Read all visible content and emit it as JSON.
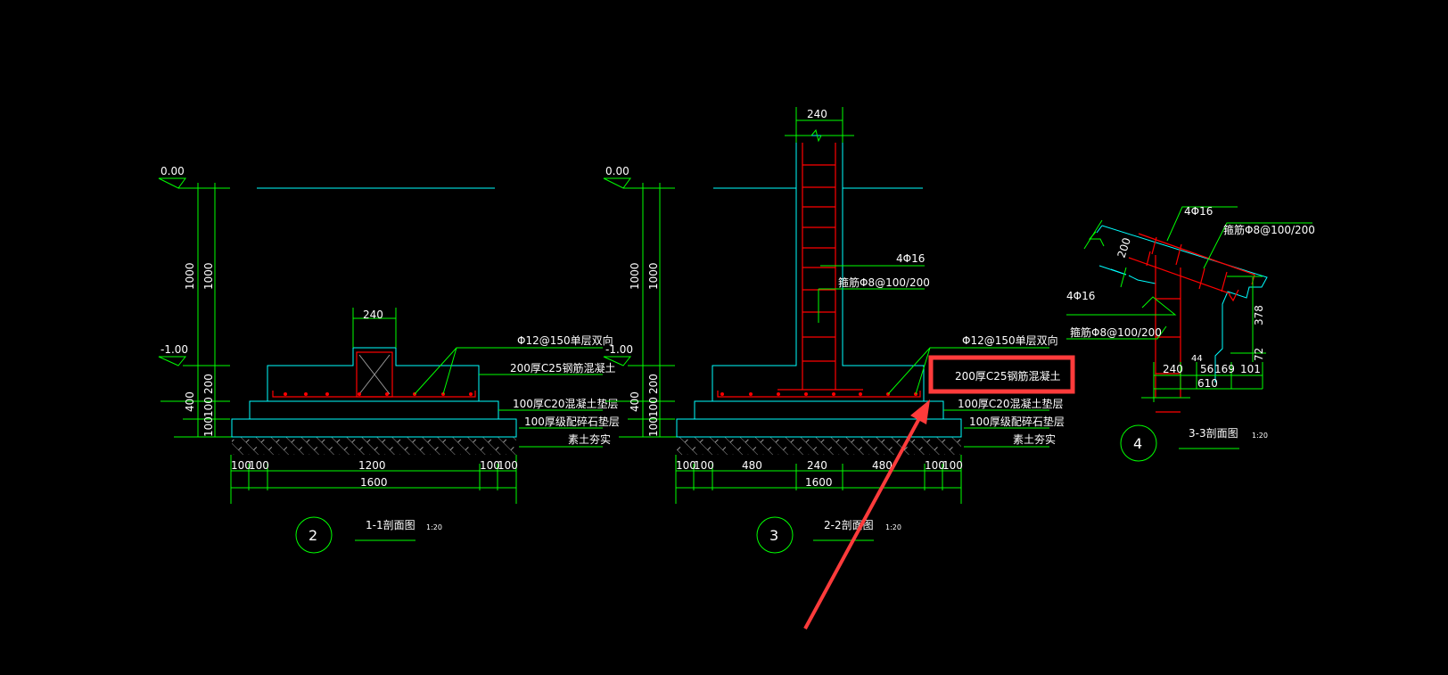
{
  "highlight_color": "#ff3b3b",
  "sec1": {
    "elev0": "0.00",
    "elev1": "-1.00",
    "dim1000a": "1000",
    "dim1000b": "1000",
    "dim200": "200",
    "dim400": "400",
    "dim100a": "100",
    "dim100b": "100",
    "col_w": "240",
    "bottom_dims": [
      "100",
      "100",
      "1200",
      "100",
      "100"
    ],
    "total": "1600",
    "labels": [
      "Φ12@150单层双向",
      "200厚C25钢筋混凝土",
      "100厚C20混凝土垫层",
      "100厚级配碎石垫层",
      "素土夯实"
    ],
    "num": "2",
    "title": "1-1剖面图",
    "scale": "1:20"
  },
  "sec2": {
    "elev0": "0.00",
    "elev1": "-1.00",
    "dim1000a": "1000",
    "dim1000b": "1000",
    "dim200": "200",
    "dim400": "400",
    "dim100a": "100",
    "dim100b": "100",
    "col_w": "240",
    "rebar": "4Φ16",
    "stirrup": "箍筋Φ8@100/200",
    "bottom_dims": [
      "100",
      "100",
      "480",
      "240",
      "480",
      "100",
      "100"
    ],
    "total": "1600",
    "labels": [
      "Φ12@150单层双向",
      "200厚C25钢筋混凝土",
      "100厚C20混凝土垫层",
      "100厚级配碎石垫层",
      "素土夯实"
    ],
    "num": "3",
    "title": "2-2剖面图",
    "scale": "1:20"
  },
  "sec3": {
    "rebar_top": "4Φ16",
    "stirrup_top": "箍筋Φ8@100/200",
    "rebar_left": "4Φ16",
    "stirrup_left": "箍筋Φ8@100/200",
    "dim200": "200",
    "dim378": "378",
    "dim72": "72",
    "dim44": "44",
    "dims": [
      "240",
      "56",
      "169",
      "101"
    ],
    "total": "610",
    "num": "4",
    "title": "3-3剖面图",
    "scale": "1:20"
  }
}
